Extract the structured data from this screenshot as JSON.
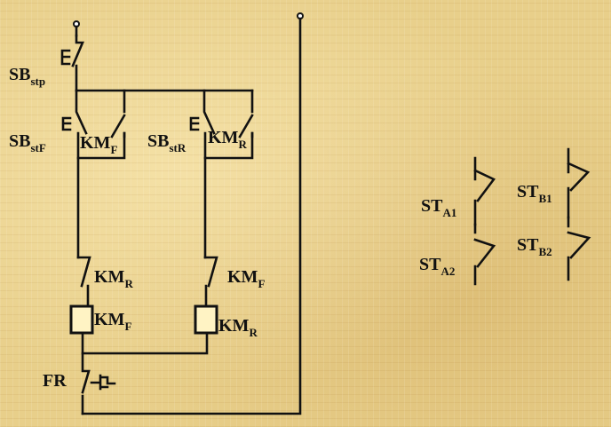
{
  "labels": {
    "sb_stop": {
      "main": "SB",
      "sub": "stp"
    },
    "sb_start_forward": {
      "main": "SB",
      "sub": "stF"
    },
    "sb_start_reverse": {
      "main": "SB",
      "sub": "stR"
    },
    "km_f_aux_contact": {
      "main": "KM",
      "sub": "F"
    },
    "km_r_aux_contact": {
      "main": "KM",
      "sub": "R"
    },
    "km_r_interlock": {
      "main": "KM",
      "sub": "R"
    },
    "km_f_interlock": {
      "main": "KM",
      "sub": "F"
    },
    "km_f_coil": {
      "main": "KM",
      "sub": "F"
    },
    "km_r_coil": {
      "main": "KM",
      "sub": "R"
    },
    "fr": {
      "main": "FR"
    },
    "st_a1": {
      "main": "ST",
      "sub": "A1"
    },
    "st_a2": {
      "main": "ST",
      "sub": "A2"
    },
    "st_b1": {
      "main": "ST",
      "sub": "B1"
    },
    "st_b2": {
      "main": "ST",
      "sub": "B2"
    }
  },
  "colors": {
    "background": "#e8cf8a",
    "line": "#111111"
  }
}
